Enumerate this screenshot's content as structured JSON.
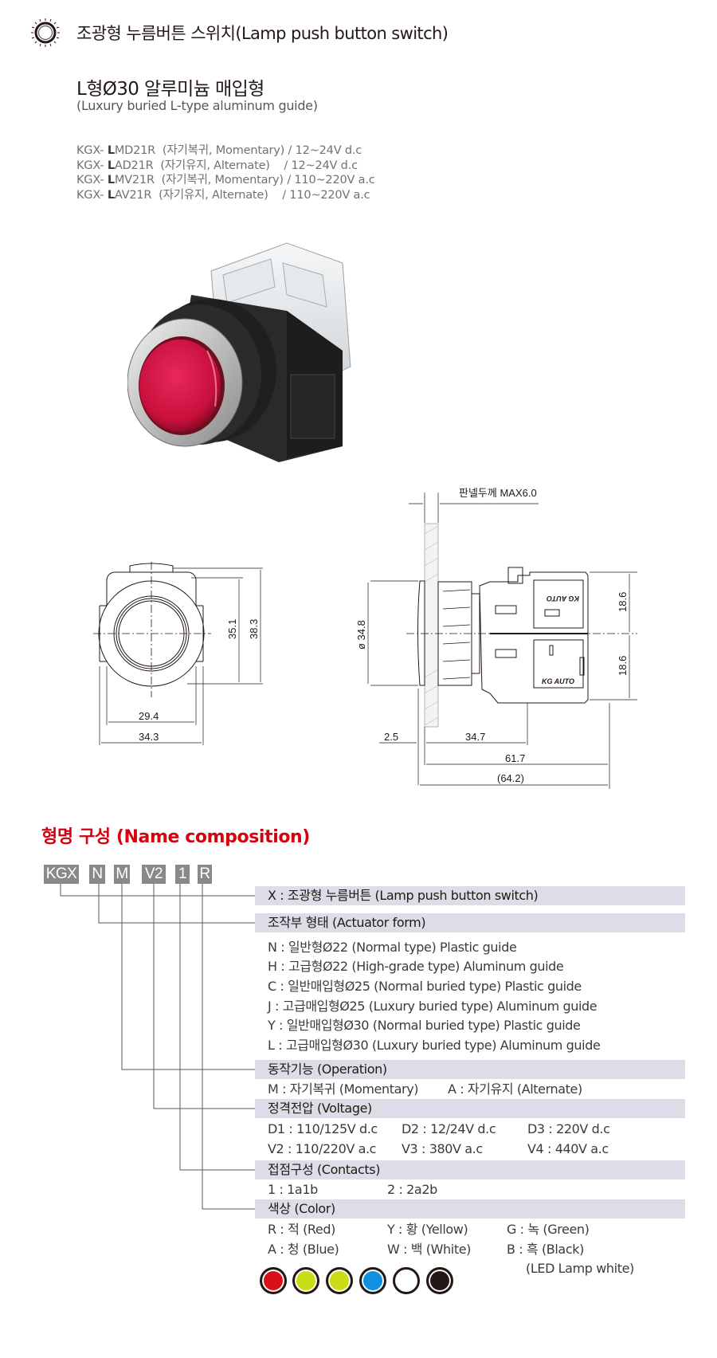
{
  "header": {
    "icon": "lamp-icon",
    "title": "조광형 누름버튼 스위치(Lamp push button switch)"
  },
  "product": {
    "title": "L형Ø30 알루미늄 매입형",
    "subtitle": "(Luxury buried L-type aluminum guide)",
    "models": [
      {
        "prefix": "KGX- ",
        "bold": "L",
        "code": "MD21R",
        "desc": "(자기복귀, Momentary)",
        "voltage": "/ 12~24V d.c"
      },
      {
        "prefix": "KGX- ",
        "bold": "L",
        "code": "AD21R",
        "desc": "(자기유지, Alternate)",
        "voltage": "/ 12~24V d.c"
      },
      {
        "prefix": "KGX- ",
        "bold": "L",
        "code": "MV21R",
        "desc": "(자기복귀, Momentary)",
        "voltage": "/ 110~220V a.c"
      },
      {
        "prefix": "KGX- ",
        "bold": "L",
        "code": "AV21R",
        "desc": "(자기유지, Alternate)",
        "voltage": "/ 110~220V a.c"
      }
    ],
    "photo_alt": "Red lamp push button switch with aluminum bezel"
  },
  "drawing": {
    "panel_thickness": "판넬두께 MAX6.0",
    "front": {
      "height_inner": "35.1",
      "height_outer": "38.3",
      "width_inner": "29.4",
      "width_outer": "34.3"
    },
    "side": {
      "diameter": "ø 34.8",
      "upper": "18.6",
      "lower": "18.6",
      "bezel": "2.5",
      "depth": "34.7",
      "body": "61.7",
      "total": "(64.2)",
      "brand": "KG AUTO"
    }
  },
  "name_composition": {
    "title": "형명 구성 (Name composition)",
    "codes": [
      "KGX",
      "N",
      "M",
      "V2",
      "1",
      "R"
    ],
    "sections": [
      {
        "header": "X : 조광형 누름버튼 (Lamp push button switch)",
        "rows": []
      },
      {
        "header": "조작부 형태 (Actuator form)",
        "rows": [
          "N : 일반형Ø22 (Normal type) Plastic guide",
          "H : 고급형Ø22 (High-grade type) Aluminum guide",
          "C : 일반매입형Ø25 (Normal buried type) Plastic guide",
          "J : 고급매입형Ø25 (Luxury buried type) Aluminum guide",
          "Y : 일반매입형Ø30 (Normal buried type) Plastic guide",
          "L : 고급매입형Ø30 (Luxury buried type) Aluminum guide"
        ]
      },
      {
        "header": "동작기능 (Operation)",
        "cols": [
          [
            "M : 자기복귀 (Momentary)",
            "A : 자기유지 (Alternate)"
          ]
        ]
      },
      {
        "header": "정격전압 (Voltage)",
        "cols": [
          [
            "D1 : 110/125V d.c",
            "D2 : 12/24V d.c",
            "D3 : 220V d.c"
          ],
          [
            "V2 : 110/220V a.c",
            "V3 : 380V a.c",
            "V4 : 440V a.c"
          ]
        ]
      },
      {
        "header": "접점구성 (Contacts)",
        "cols": [
          [
            "1 : 1a1b",
            "2 : 2a2b"
          ]
        ]
      },
      {
        "header": "색상 (Color)",
        "cols": [
          [
            "R : 적 (Red)",
            "Y : 황 (Yellow)",
            "G : 녹 (Green)"
          ],
          [
            "A : 청 (Blue)",
            "W : 백 (White)",
            "B : 흑 (Black)"
          ]
        ],
        "note": "(LED Lamp white)"
      }
    ],
    "swatches": [
      {
        "name": "red",
        "color": "#d7101a"
      },
      {
        "name": "yellow",
        "color": "#c9dc14"
      },
      {
        "name": "green",
        "color": "#c9dc14"
      },
      {
        "name": "blue",
        "color": "#0f91e0"
      },
      {
        "name": "white",
        "color": "#ffffff"
      },
      {
        "name": "black",
        "color": "#231815"
      }
    ]
  }
}
